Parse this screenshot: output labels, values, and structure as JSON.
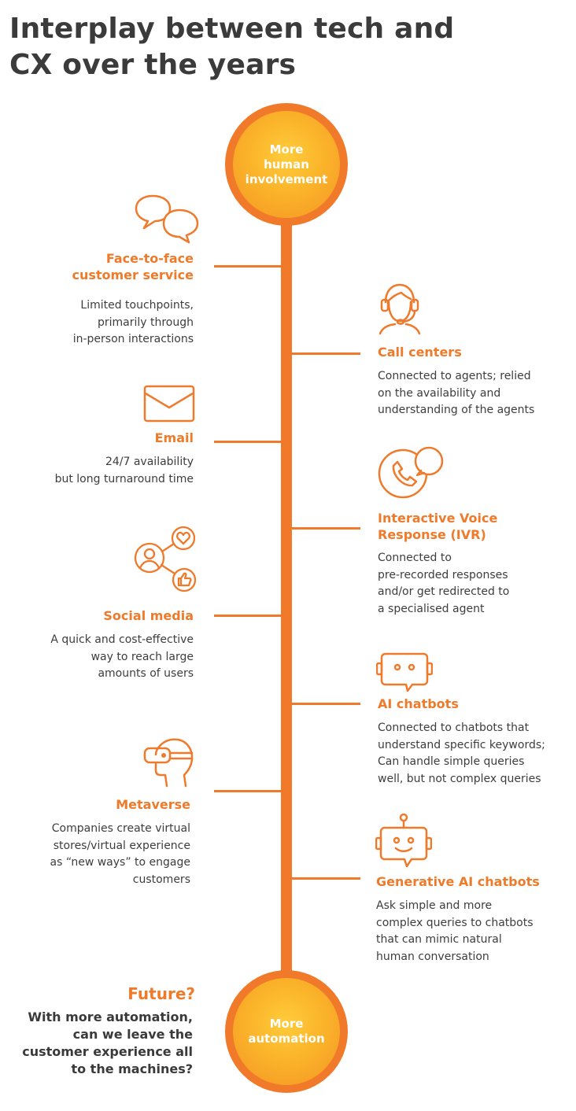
{
  "title": [
    "Interplay between tech and",
    "CX over the years"
  ],
  "top_circle": [
    "More",
    "human",
    "involvement"
  ],
  "bottom_circle": [
    "More",
    "automation"
  ],
  "colors": {
    "accent": "#f07a2a",
    "text": "#3b3b3b",
    "circle_fill": "#fbb42a"
  },
  "milestones": [
    {
      "head": [
        "Face-to-face",
        "customer service"
      ],
      "desc": [
        "Limited touchpoints,",
        "primarily through",
        "in-person interactions"
      ],
      "icon": "speech-bubbles-icon"
    },
    {
      "head": [
        "Call centers"
      ],
      "desc": [
        "Connected to agents; relied",
        "on the availability and",
        "understanding of the agents"
      ],
      "icon": "headset-agent-icon"
    },
    {
      "head": [
        "Email"
      ],
      "desc": [
        "24/7 availability",
        "but long turnaround time"
      ],
      "icon": "envelope-icon"
    },
    {
      "head": [
        "Interactive Voice",
        "Response (IVR)"
      ],
      "desc": [
        "Connected to",
        "pre-recorded responses",
        "and/or get redirected to",
        "a specialised agent"
      ],
      "icon": "phone-bubble-icon"
    },
    {
      "head": [
        "Social media"
      ],
      "desc": [
        "A quick and cost-effective",
        "way to reach large",
        "amounts of users"
      ],
      "icon": "social-network-icon"
    },
    {
      "head": [
        "AI chatbots"
      ],
      "desc": [
        "Connected to chatbots that",
        "understand specific keywords;",
        "Can handle simple queries",
        "well, but not complex queries"
      ],
      "icon": "chatbot-icon"
    },
    {
      "head": [
        "Metaverse"
      ],
      "desc": [
        "Companies create virtual",
        "stores/virtual experience",
        "as “new ways” to engage",
        "customers"
      ],
      "icon": "vr-headset-icon"
    },
    {
      "head": [
        "Generative AI chatbots"
      ],
      "desc": [
        "Ask simple and more",
        "complex queries to chatbots",
        "that can  mimic natural",
        "human conversation"
      ],
      "icon": "robot-icon"
    }
  ],
  "future": {
    "head": "Future?",
    "text": [
      "With more automation,",
      "can we leave the",
      "customer experience all",
      "to the machines?"
    ]
  }
}
